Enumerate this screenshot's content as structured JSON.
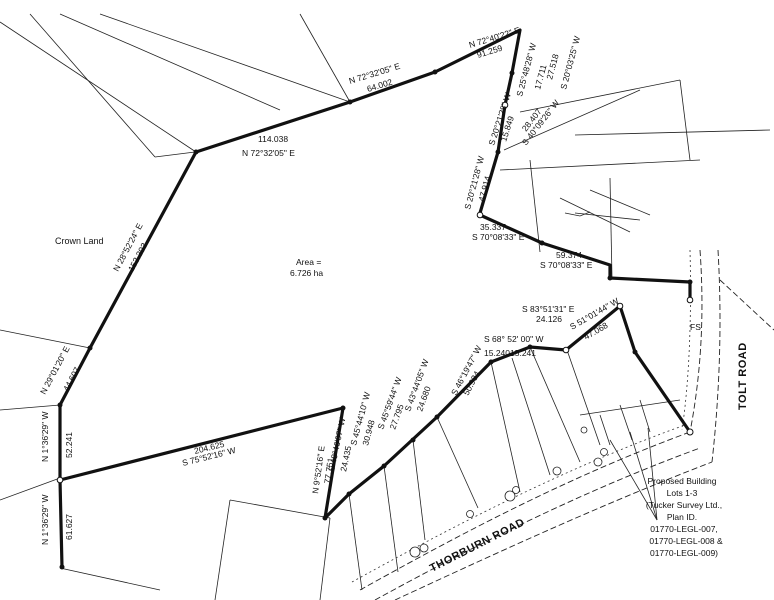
{
  "labels": {
    "bearing_top_right": "N 72°40'22\" E",
    "dist_top_right": "91.259",
    "bearing_top_mid": "N 72°32'05\" E",
    "dist_top_mid": "64.002",
    "dist_top_left": "114.038",
    "bearing_top_left": "N 72°32'05\" E",
    "crown_land": "Crown Land",
    "bearing_west_long": "N 28°52'24\" E",
    "dist_west_long": "153.303",
    "bearing_west_short": "N 29°01'20\" E",
    "dist_west_short": "44.607",
    "bearing_west_a": "N 1°36'29\" W",
    "dist_west_a": "52.241",
    "bearing_west_b": "N 1°36'29\" W",
    "dist_west_b": "61.627",
    "area_label": "Area =",
    "area_value": "6.726 ha",
    "dist_south": "204.625",
    "bearing_south": "S 75°52'16\" W",
    "bearing_ne_1": "S 25°48'28\" W",
    "dist_ne_1": "17.711",
    "dist_ne_2": "27.518",
    "bearing_ne_2": "S 20°03'25\" W",
    "bearing_ne_3": "S 20°21'28\" W",
    "dist_ne_3": "15.849",
    "dist_ne_4": "28.407",
    "bearing_ne_4": "S 40°09'26\" W",
    "bearing_ne_5": "S 20°21'28\" W",
    "dist_ne_5": "47.914",
    "dist_ne_6": "35.337",
    "bearing_ne_6": "S 70°08'33\" E",
    "dist_ne_7": "59.374",
    "bearing_ne_7": "S 70°08'33\" E",
    "bearing_e_1": "S 83°51'31\" E",
    "dist_e_1": "24.126",
    "bearing_e_2": "S 51°01'44\" W",
    "dist_e_2": "47.068",
    "bearing_s_1": "S 68° 52' 00\" W",
    "dist_s_1a": "15.240",
    "dist_s_1b": "15.241",
    "bearing_s_2": "S 46°19'47\" W",
    "dist_s_2": "50.934",
    "bearing_s_3": "S 43°44'05\" W",
    "dist_s_3": "24.680",
    "bearing_s_4": "S 45°59'44\" W",
    "dist_s_4": "27.795",
    "bearing_s_5": "S 45°44'10\" W",
    "dist_s_5": "30.948",
    "bearing_s_6": "S 48°46'07\" W",
    "dist_s_6": "24.435",
    "bearing_s_7": "N 9°52'16\" E",
    "dist_s_7": "77.751",
    "road_thorburn": "THORBURN ROAD",
    "road_tolt": "TOLT ROAD",
    "callout_1": "Proposed Building",
    "callout_2": "Lots 1-3",
    "callout_3": "(Tucker Survey Ltd.,",
    "callout_4": "Plan ID.",
    "callout_5": "01770-LEGL-007,",
    "callout_6": "01770-LEGL-008 &",
    "callout_7": "01770-LEGL-009)",
    "fs_mark": "FS"
  }
}
